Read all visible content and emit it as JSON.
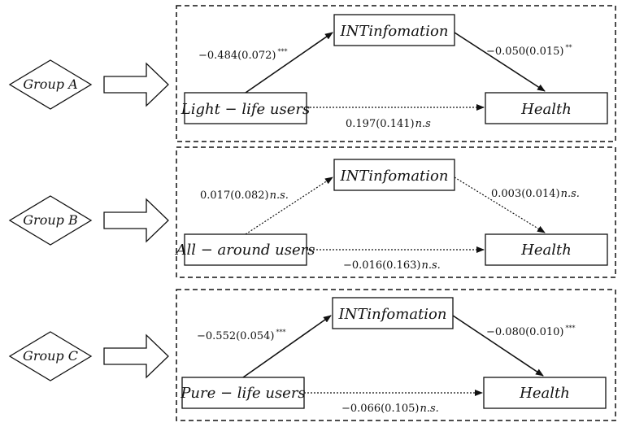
{
  "groups": [
    {
      "label": "Group A",
      "source": "Light − life users",
      "mediator": "INTinfomation",
      "outcome": "Health",
      "path_a": {
        "coef": "−0.484(0.072)",
        "sig": "***"
      },
      "path_b": {
        "coef": "−0.050(0.015)",
        "sig": "**"
      },
      "path_c": {
        "coef": "0.197(0.141)",
        "sig": "n.s"
      }
    },
    {
      "label": "Group B",
      "source": "All − around users",
      "mediator": "INTinfomation",
      "outcome": "Health",
      "path_a": {
        "coef": "0.017(0.082)",
        "sig": "n.s."
      },
      "path_b": {
        "coef": "0.003(0.014)",
        "sig": "n.s."
      },
      "path_c": {
        "coef": "−0.016(0.163)",
        "sig": "n.s."
      }
    },
    {
      "label": "Group C",
      "source": "Pure − life users",
      "mediator": "INTinfomation",
      "outcome": "Health",
      "path_a": {
        "coef": "−0.552(0.054)",
        "sig": "***"
      },
      "path_b": {
        "coef": "−0.080(0.010)",
        "sig": "***"
      },
      "path_c": {
        "coef": "−0.066(0.105)",
        "sig": "n.s."
      }
    }
  ]
}
